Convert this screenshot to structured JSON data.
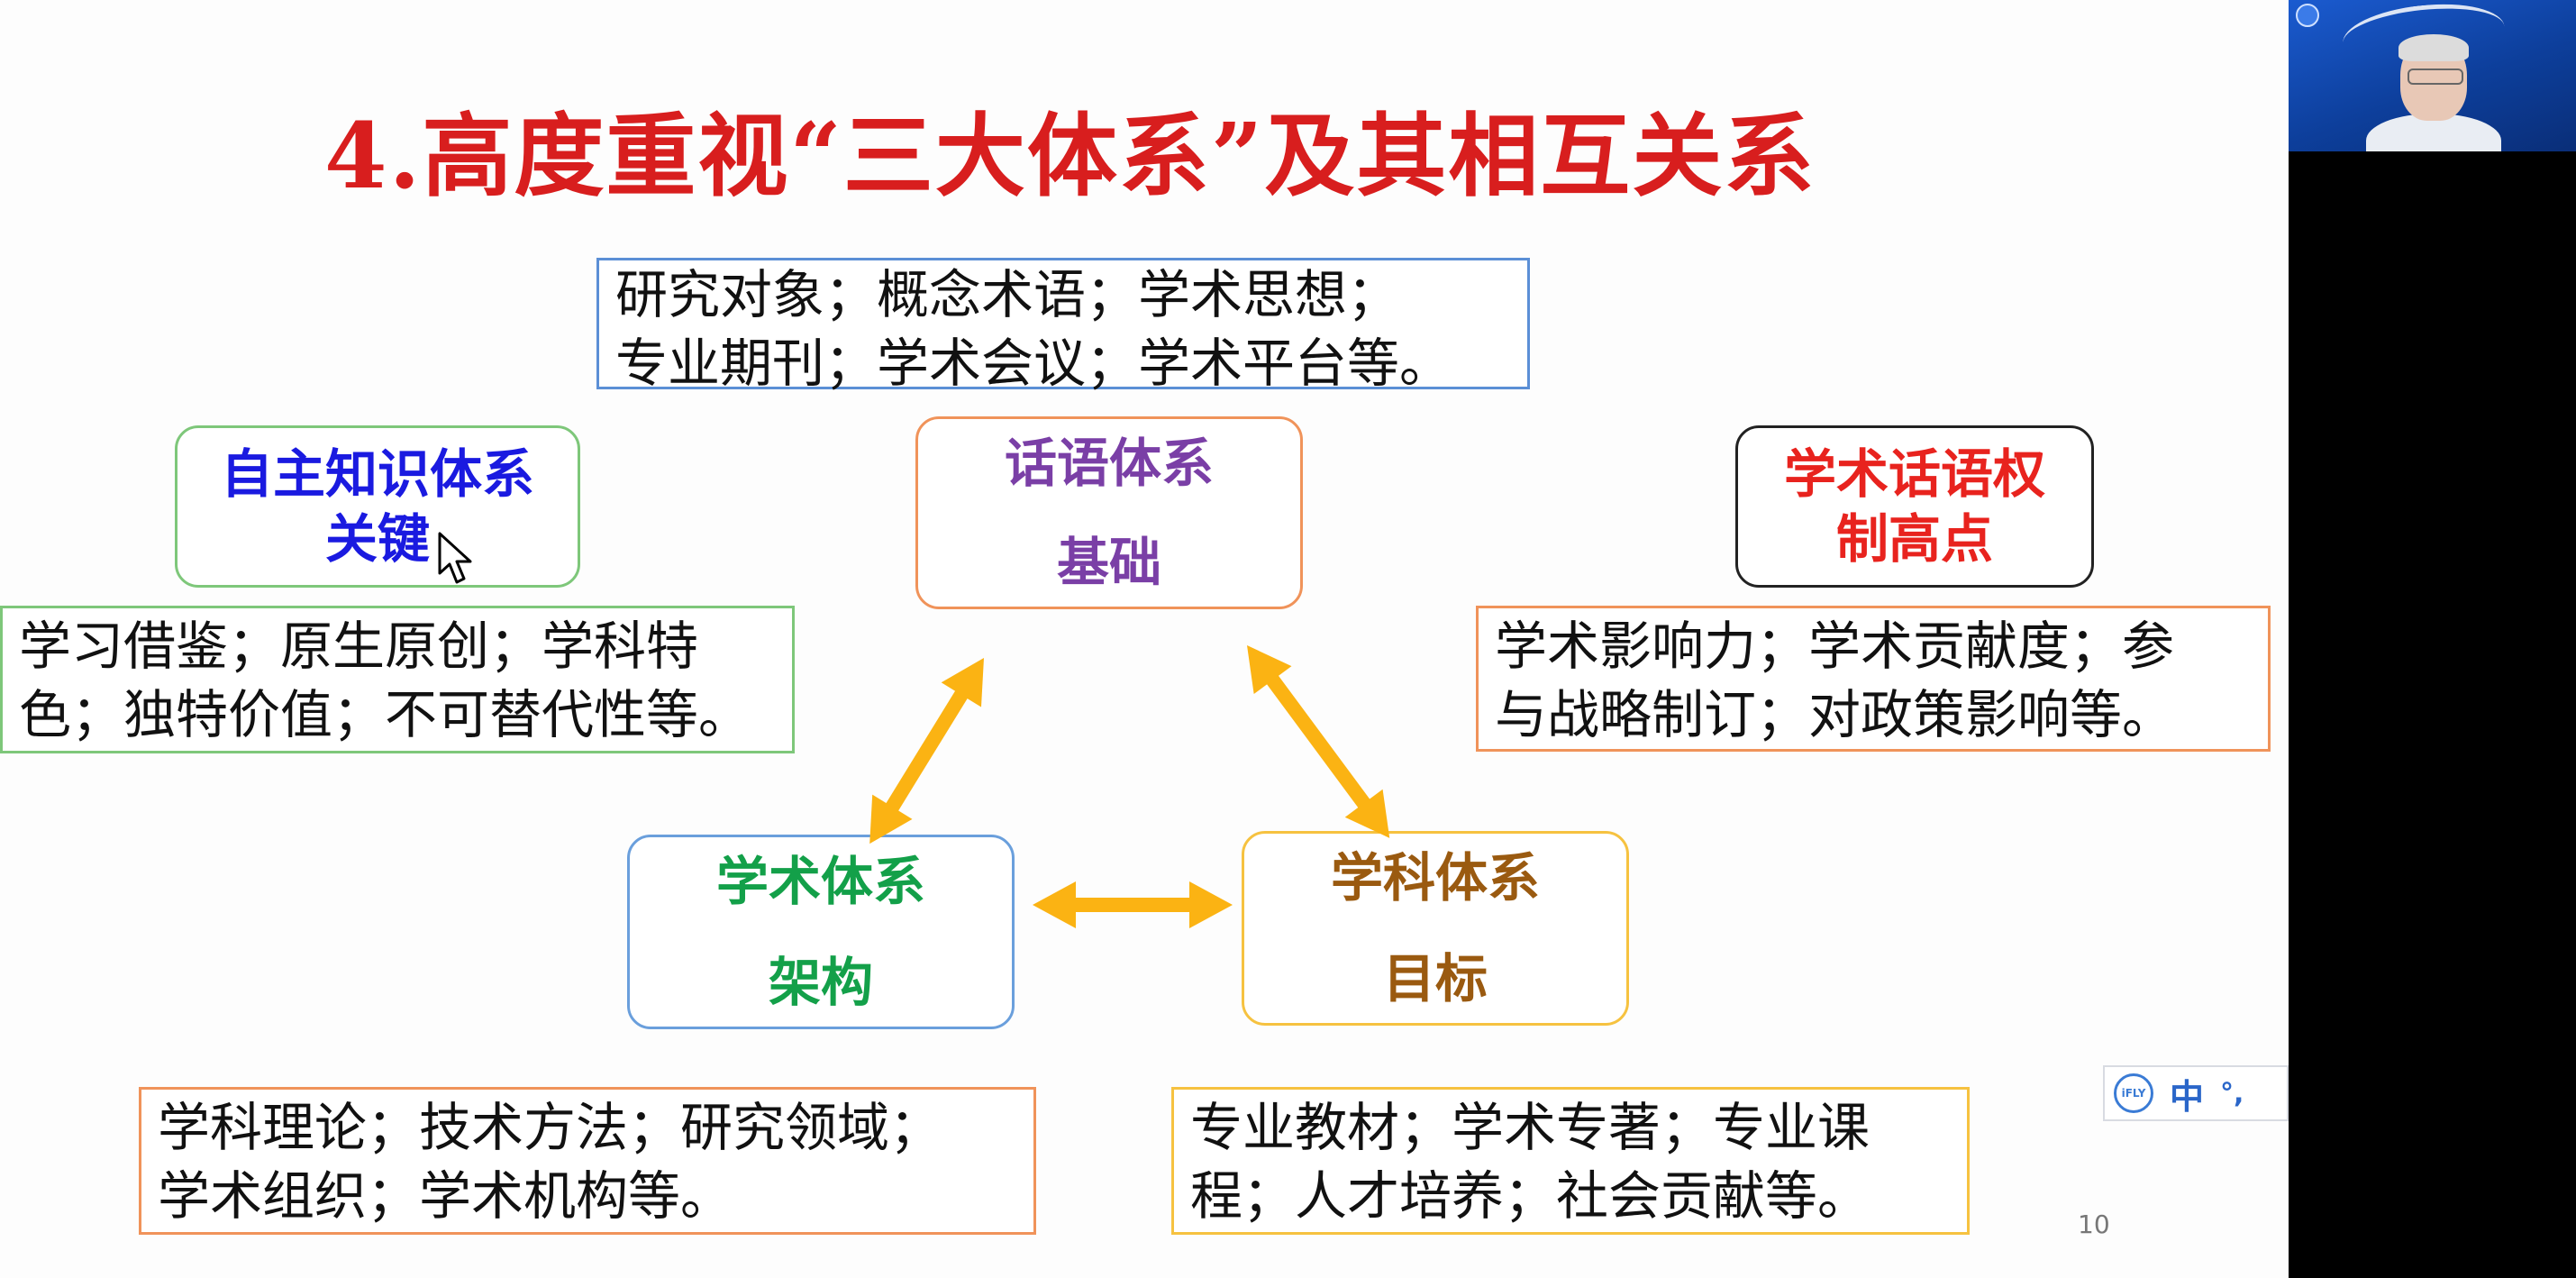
{
  "slide": {
    "title": "4.高度重视“三大体系”及其相互关系",
    "page_number": "10",
    "top_box": {
      "lines": [
        "研究对象；概念术语；学术思想；",
        "专业期刊；学术会议；学术平台等。"
      ]
    },
    "discourse_system": {
      "name": "话语体系",
      "role": "基础"
    },
    "academic_system": {
      "name": "学术体系",
      "role": "架构"
    },
    "discipline_system": {
      "name": "学科体系",
      "role": "目标"
    },
    "independent_knowledge": {
      "line1": "自主知识体系",
      "line2": "关键"
    },
    "discourse_power": {
      "line1": "学术话语权",
      "line2": "制高点"
    },
    "left_desc": {
      "lines": [
        "学习借鉴；原生原创；学科特",
        "色；独特价值；不可替代性等。"
      ]
    },
    "right_desc": {
      "lines": [
        "学术影响力；学术贡献度；参",
        "与战略制订；对政策影响等。"
      ]
    },
    "bottom_left_desc": {
      "lines": [
        "学科理论；技术方法；研究领域；",
        "学术组织；学术机构等。"
      ]
    },
    "bottom_right_desc": {
      "lines": [
        "专业教材；学术专著；专业课",
        "程；人才培养；社会贡献等。"
      ]
    }
  },
  "ime_toolbar": {
    "brand": "iFLY",
    "language": "中",
    "punctuation": "°,"
  },
  "colors": {
    "title_red": "#d81e1e",
    "discourse_purple": "#7a3fa6",
    "academic_green": "#13a049",
    "discipline_brown": "#9a5a10",
    "knowledge_blue": "#1a1ae0",
    "power_red": "#e8231e",
    "arrow_gold": "#fbb313"
  }
}
